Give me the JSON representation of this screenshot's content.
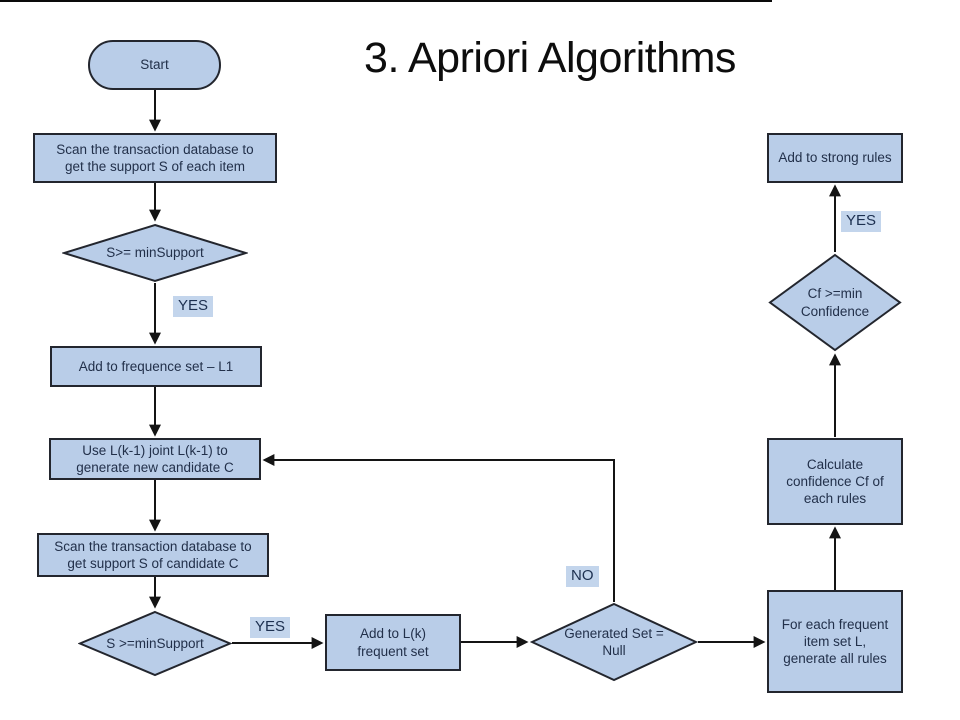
{
  "slide": {
    "title": "3. Apriori Algorithms"
  },
  "colors": {
    "node_fill": "#b9cde8",
    "node_border": "#23262e",
    "edge_label_fill": "#c3d5ec",
    "node_text": "#22304a",
    "arrow": "#141414",
    "background": "#ffffff"
  },
  "flowchart": {
    "nodes": {
      "start": "Start",
      "scan_db_support_items": "Scan the transaction database to\nget the support S of each item",
      "min_support_check_1": "S>= minSupport",
      "add_frequence_set_l1": "Add to frequence set – L1",
      "generate_candidates": "Use L(k-1) joint L(k-1) to\ngenerate new candidate C",
      "scan_db_support_candidates": "Scan the transaction database to\nget support S of candidate C",
      "min_support_check_2": "S >=minSupport",
      "add_lk_frequent_set": "Add to L(k)\nfrequent set",
      "generated_set_null_check": "Generated Set =\nNull",
      "for_each_frequent_itemset": "For each frequent\nitem set L,\ngenerate all rules",
      "calculate_confidence": "Calculate\nconfidence Cf of\neach rules",
      "min_confidence_check": "Cf >=min\nConfidence",
      "add_strong_rules": "Add to strong rules"
    },
    "edge_labels": {
      "yes_min_support_1": "YES",
      "yes_min_support_2": "YES",
      "no_generated_set": "NO",
      "yes_min_confidence": "YES"
    }
  }
}
